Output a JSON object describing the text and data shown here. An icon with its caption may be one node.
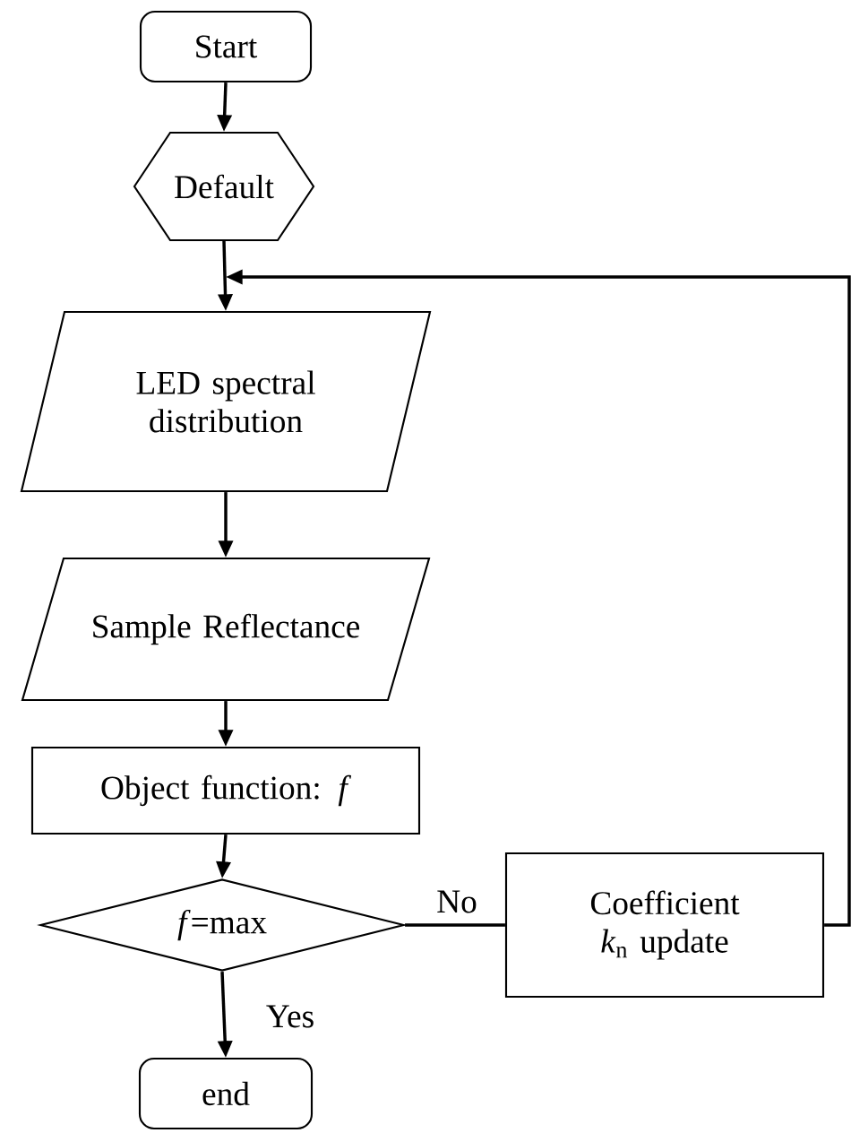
{
  "diagram": {
    "nodes": [
      {
        "text": [
          "Start"
        ]
      },
      {
        "text": [
          "Default"
        ]
      },
      {
        "text": [
          "LED spectral distribution"
        ]
      },
      {
        "text": [
          "Sample Reflectance"
        ]
      },
      {
        "text": [
          "Object function: *f*"
        ]
      },
      {
        "text": [
          "*f*=max"
        ]
      },
      {
        "text": [
          "Coefficient *k*$_{n}$ update"
        ]
      },
      {
        "text": [
          "end"
        ]
      }
    ],
    "edges": [
      {
        "from": 0,
        "to": 1,
        "arrow": "to"
      },
      {
        "from": 1,
        "to": 2,
        "arrow": "to"
      },
      {
        "from": 2,
        "to": 3,
        "arrow": "to"
      },
      {
        "from": 3,
        "to": 4,
        "arrow": "to"
      },
      {
        "from": 4,
        "to": 5,
        "arrow": "to"
      },
      {
        "from": 5,
        "to": 6,
        "arrow": "none",
        "label": "No"
      },
      {
        "from": 6,
        "to": 2,
        "arrow": "to"
      },
      {
        "from": 5,
        "to": 7,
        "arrow": "to",
        "label": "Yes"
      }
    ]
  }
}
